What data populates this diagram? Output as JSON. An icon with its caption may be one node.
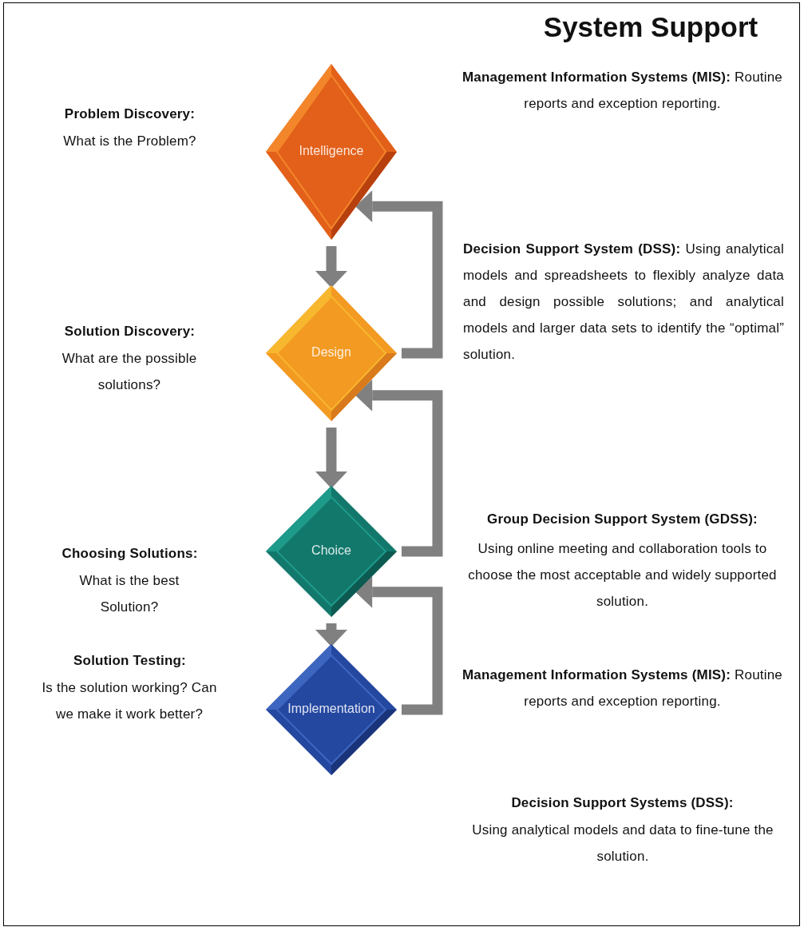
{
  "diagram": {
    "title": "System Support",
    "nodes": [
      {
        "text": [
          "Intelligence"
        ]
      },
      {
        "text": [
          "Design"
        ]
      },
      {
        "text": [
          "Choice"
        ]
      },
      {
        "text": [
          "Implementation"
        ]
      }
    ],
    "edges": [
      {
        "from": 0,
        "to": 1,
        "arrow": "to"
      },
      {
        "from": 1,
        "to": 2,
        "arrow": "to"
      },
      {
        "from": 2,
        "to": 3,
        "arrow": "to"
      },
      {
        "from": 1,
        "to": 0,
        "arrow": "to"
      },
      {
        "from": 2,
        "to": 1,
        "arrow": "to"
      },
      {
        "from": 3,
        "to": 2,
        "arrow": "to"
      }
    ],
    "labels": [
      "Problem Discovery:",
      "What is the Problem?",
      "**Management Information Systems (MIS):** Routine reports and exception reporting.",
      "**Decision Support System (DSS):** Using analytical models and spreadsheets to flexibly analyze data and design possible solutions; and analytical models and larger data sets to identify the “optimal” solution.",
      "Solution Discovery:",
      "What are the possible solutions?",
      "Choosing Solutions:",
      "What is the best Solution?",
      "Group Decision Support System (GDSS):",
      "Using online meeting and collaboration tools to choose the most acceptable and widely supported solution.",
      "Solution Testing:",
      "Is the solution working? Can we make it work better?",
      "**Management Information Systems (MIS):** Routine reports and exception reporting.",
      "Decision Support Systems (DSS):",
      "Using analytical models and data to fine-tune the solution."
    ]
  }
}
